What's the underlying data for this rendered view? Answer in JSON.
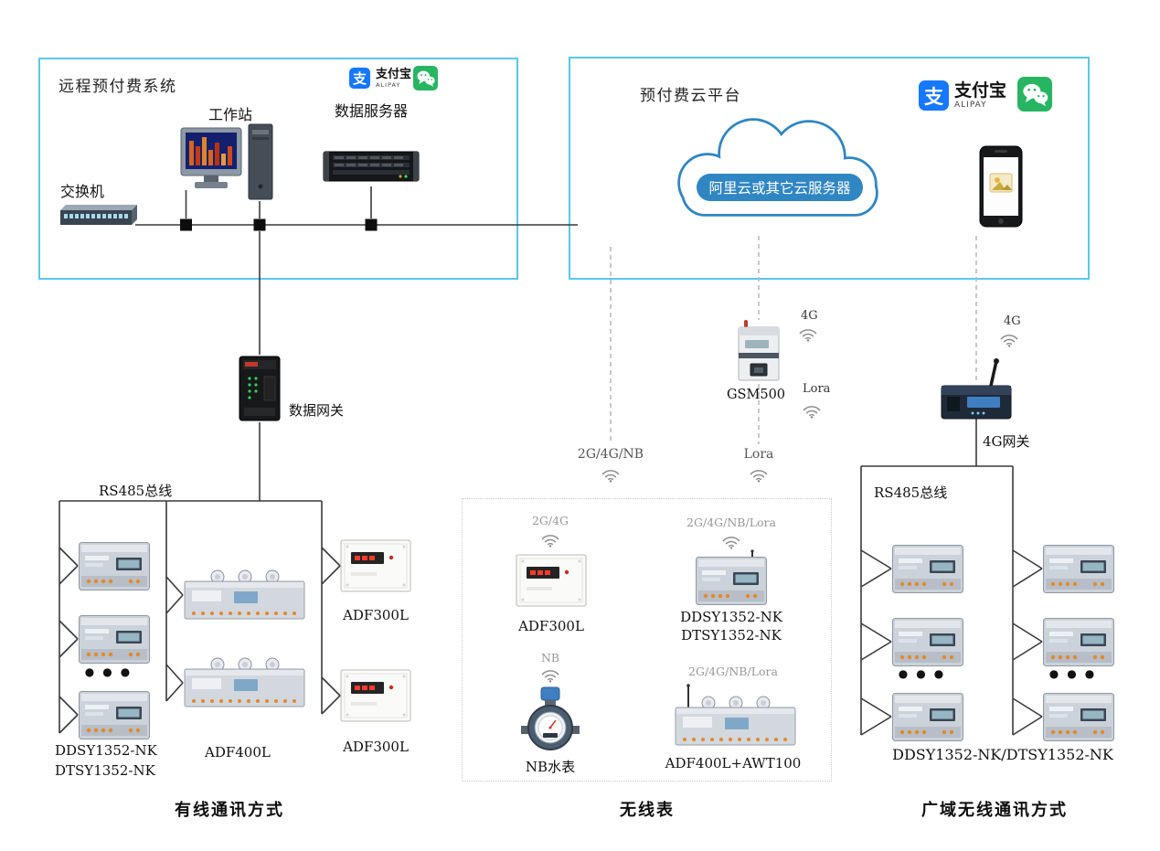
{
  "palette": {
    "box_border": "#5ac8e9",
    "alipay_blue": "#1677ff",
    "wechat_green": "#27b561",
    "cloud_blue": "#2f86c3",
    "line": "#3a3a3a",
    "dashed_line": "#bbbbbb",
    "terminal_orange": "#e2892b"
  },
  "logos": {
    "alipay_glyph": "支",
    "alipay_cn": "支付宝",
    "alipay_en": "ALIPAY"
  },
  "system_box": {
    "title": "远程预付费系统",
    "switch_label": "交换机",
    "workstation_label": "工作站",
    "server_label": "数据服务器"
  },
  "cloud_box": {
    "title": "预付费云平台",
    "cloud_label": "阿里云或其它云服务器"
  },
  "gateways": {
    "data_gateway_label": "数据网关",
    "gsm_label": "GSM500",
    "gsm_4g": "4G",
    "gsm_lora": "Lora",
    "wan_4g": "4G",
    "wan_gateway_label": "4G网关"
  },
  "channels": {
    "nb_channel": "2G/4G/NB",
    "lora_channel": "Lora"
  },
  "wired_section": {
    "rs485_label": "RS485总线",
    "meter_label_1": "DDSY1352-NK",
    "meter_label_2": "DTSY1352-NK",
    "adf400_label": "ADF400L",
    "adf300_label_top": "ADF300L",
    "adf300_label_bottom": "ADF300L",
    "dots": "●●●",
    "title": "有线通讯方式"
  },
  "wireless_section": {
    "adf300_signal": "2G/4G",
    "adf300_label": "ADF300L",
    "ddsy_signal": "2G/4G/NB/Lora",
    "ddsy_label_1": "DDSY1352-NK",
    "ddsy_label_2": "DTSY1352-NK",
    "water_signal": "NB",
    "water_label": "NB水表",
    "adf400_signal": "2G/4G/NB/Lora",
    "adf400_label": "ADF400L+AWT100",
    "title": "无线表"
  },
  "wan_section": {
    "rs485_label": "RS485总线",
    "meters_label": "DDSY1352-NK/DTSY1352-NK",
    "dots": "●●●",
    "title": "广域无线通讯方式"
  }
}
